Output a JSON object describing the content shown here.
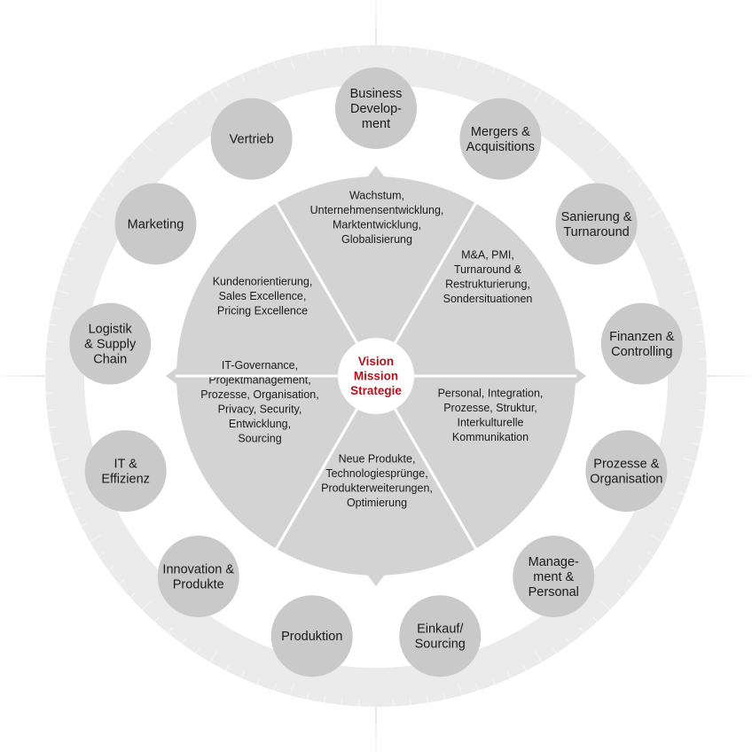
{
  "center": {
    "lines": [
      "Vision",
      "Mission",
      "Strategie"
    ]
  },
  "segments": [
    {
      "id": "wachstum",
      "lines": [
        "Wachstum,",
        "Unternehmensentwicklung,",
        "Marktentwicklung,",
        "Globalisierung"
      ]
    },
    {
      "id": "ma",
      "lines": [
        "M&A, PMI,",
        "Turnaround &",
        "Restrukturierung,",
        "Sondersituationen"
      ]
    },
    {
      "id": "personal",
      "lines": [
        "Personal, Integration,",
        "Prozesse, Struktur,",
        "Interkulturelle",
        "Kommunikation"
      ]
    },
    {
      "id": "produkte",
      "lines": [
        "Neue Produkte,",
        "Technologiesprünge,",
        "Produkterweiterungen,",
        "Optimierung"
      ]
    },
    {
      "id": "it",
      "lines": [
        "IT-Governance,",
        "Projektmanagement,",
        "Prozesse, Organisation,",
        "Privacy, Security,",
        "Entwicklung,",
        "Sourcing"
      ]
    },
    {
      "id": "kunden",
      "lines": [
        "Kundenorientierung,",
        "Sales Excellence,",
        "Pricing Excellence"
      ]
    }
  ],
  "bubbles": [
    {
      "id": "business-development",
      "lines": [
        "Business",
        "Develop-",
        "ment"
      ]
    },
    {
      "id": "mergers-acquisitions",
      "lines": [
        "Mergers &",
        "Acquisitions"
      ]
    },
    {
      "id": "sanierung-turnaround",
      "lines": [
        "Sanierung &",
        "Turnaround"
      ]
    },
    {
      "id": "finanzen-controlling",
      "lines": [
        "Finanzen &",
        "Controlling"
      ]
    },
    {
      "id": "prozesse-organisation",
      "lines": [
        "Prozesse &",
        "Organisation"
      ]
    },
    {
      "id": "management-personal",
      "lines": [
        "Manage-",
        "ment &",
        "Personal"
      ]
    },
    {
      "id": "einkauf-sourcing",
      "lines": [
        "Einkauf/",
        "Sourcing"
      ]
    },
    {
      "id": "produktion",
      "lines": [
        "Produktion"
      ]
    },
    {
      "id": "innovation-produkte",
      "lines": [
        "Innovation &",
        "Produkte"
      ]
    },
    {
      "id": "it-effizienz",
      "lines": [
        "IT &",
        "Effizienz"
      ]
    },
    {
      "id": "logistik-supply-chain",
      "lines": [
        "Logistik",
        "& Supply",
        "Chain"
      ]
    },
    {
      "id": "marketing",
      "lines": [
        "Marketing"
      ]
    },
    {
      "id": "vertrieb",
      "lines": [
        "Vertrieb"
      ]
    }
  ],
  "colors": {
    "bubble": "#c9c9c9",
    "segment": "#d3d3d3",
    "ring": "#ebebeb",
    "center_text": "#b5121b",
    "text": "#1a1a1a"
  }
}
